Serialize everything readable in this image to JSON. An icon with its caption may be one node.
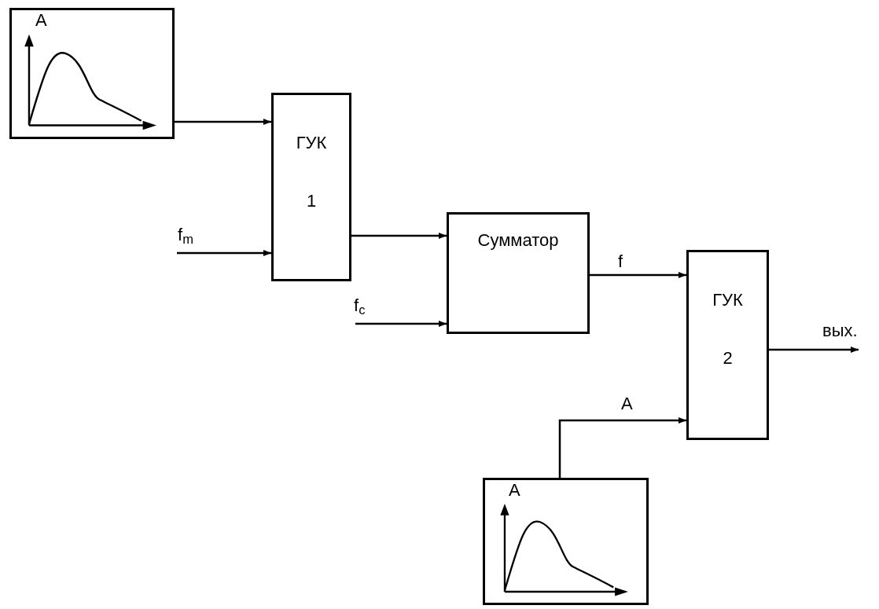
{
  "diagram": {
    "nodes": [
      {
        "text": [
          "A"
        ]
      },
      {
        "text": [
          "ГУК",
          "1"
        ]
      },
      {
        "text": [
          "Сумматор"
        ]
      },
      {
        "text": [
          "ГУК",
          "2"
        ]
      },
      {
        "text": [
          "A"
        ]
      }
    ],
    "edges": [
      {
        "from": 0,
        "to": 1,
        "arrow": "to"
      },
      {
        "from": null,
        "to": 1,
        "arrow": "to",
        "label": "f$_{m}$"
      },
      {
        "from": 1,
        "to": 2,
        "arrow": "to"
      },
      {
        "from": null,
        "to": 2,
        "arrow": "to",
        "label": "f$_{c}$"
      },
      {
        "from": 2,
        "to": 3,
        "arrow": "to",
        "label": "f"
      },
      {
        "from": 4,
        "to": 3,
        "arrow": "to",
        "label": "A"
      },
      {
        "from": 3,
        "to": null,
        "arrow": "to",
        "label": "вых."
      }
    ]
  }
}
